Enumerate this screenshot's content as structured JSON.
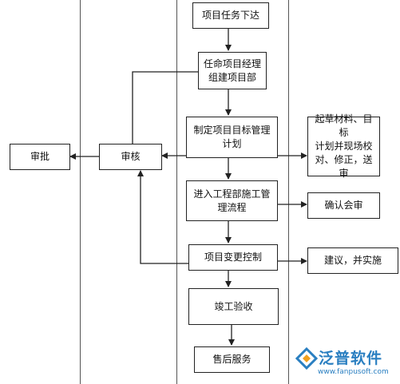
{
  "nodes": {
    "task_assign": "项目任务下达",
    "appoint_manager_l1": "任命项目经理",
    "appoint_manager_l2": "组建项目部",
    "make_plan_l1": "制定项目目标管理",
    "make_plan_l2": "计划",
    "enter_process_l1": "进入工程部施工管",
    "enter_process_l2": "理流程",
    "change_control": "项目变更控制",
    "completion_acceptance": "竣工验收",
    "after_sales": "售后服务",
    "review": "审核",
    "approve": "审批",
    "draft_materials_l1": "起草材料、目标",
    "draft_materials_l2": "计划并现场校",
    "draft_materials_l3": "对、修正，送审",
    "confirm_review": "确认会审",
    "suggest_implement": "建议，并实施"
  },
  "logo": {
    "name": "泛普软件",
    "url": "www.fanpusoft.com"
  },
  "colors": {
    "line": "#222222",
    "logo_blue": "#2a7fc1",
    "logo_orange": "#f0a020"
  }
}
